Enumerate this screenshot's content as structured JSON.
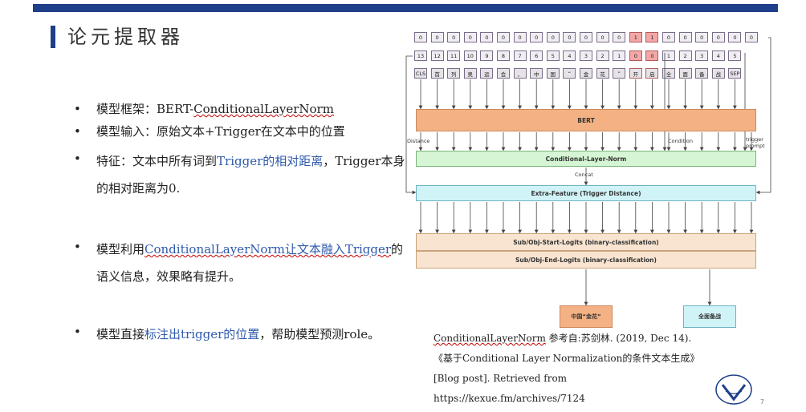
{
  "title": "论元提取器",
  "bullets": [
    {
      "segments": [
        {
          "t": "模型框架：BERT-",
          "c": ""
        },
        {
          "t": "ConditionalLayerNorm",
          "c": "ul"
        }
      ]
    },
    {
      "segments": [
        {
          "t": "模型输入：原始文本+Trigger在文本中的位置",
          "c": ""
        }
      ]
    },
    {
      "segments": [
        {
          "t": "特征：文本中所有词到",
          "c": ""
        },
        {
          "t": "Trigger的相对距离",
          "c": "hl"
        },
        {
          "t": "，Trigger本身的相对距离为0.",
          "c": ""
        }
      ]
    },
    {
      "segments": [
        {
          "t": "模型利用",
          "c": ""
        },
        {
          "t": "ConditionalLayerNorm让文本融入Trigger",
          "c": "hl ul"
        },
        {
          "t": "的语义信息，效果略有提升。",
          "c": ""
        }
      ]
    },
    {
      "segments": [
        {
          "t": "模型直接",
          "c": ""
        },
        {
          "t": "标注出trigger的位置",
          "c": "hl"
        },
        {
          "t": "，帮助模型预测role。",
          "c": ""
        }
      ]
    }
  ],
  "diagram": {
    "row_condition": [
      "0",
      "0",
      "0",
      "0",
      "0",
      "0",
      "0",
      "0",
      "0",
      "0",
      "0",
      "0",
      "0",
      "1",
      "1",
      "0",
      "0",
      "0",
      "0",
      "0",
      "0"
    ],
    "row_distance": [
      "13",
      "12",
      "11",
      "10",
      "9",
      "8",
      "7",
      "6",
      "5",
      "4",
      "3",
      "2",
      "1",
      "0",
      "0",
      "1",
      "2",
      "3",
      "4",
      "5"
    ],
    "row_tokens": [
      "CLS",
      "首",
      "列",
      "奥",
      "运",
      "会",
      "，",
      "中",
      "国",
      "“",
      "金",
      "花",
      "”",
      "开",
      "启",
      "全",
      "面",
      "备",
      "战",
      "SEP"
    ],
    "bert": "BERT",
    "cln": "Conditional-Layer-Norm",
    "concat": "Concat",
    "extra": "Extra-Feature  (Trigger Distance)",
    "start": "Sub/Obj-Start-Logits  (binary-classification)",
    "end": "Sub/Obj-End-Logits  (binary-classification)",
    "label_distance": "Distance",
    "label_condition": "Condition",
    "label_trigger": "trigger\nprompt",
    "out_left": "中国“金花”",
    "out_right": "全面备战"
  },
  "reference": {
    "line1_a": "ConditionalLayerNorm",
    "line1_b": " 参考自:苏剑林. (2019, Dec 14).",
    "line2": "《基于Conditional Layer Normalization的条件文本生成》[Blog post]. Retrieved from https://kexue.fm/archives/7124"
  },
  "page_number": "7",
  "colors": {
    "brand": "#1f3f8a",
    "highlight": "#2e5aac",
    "bert": "#f4b183",
    "cln": "#d5f5d5",
    "extra": "#d0f3f8",
    "logits": "#f8e4d0"
  }
}
